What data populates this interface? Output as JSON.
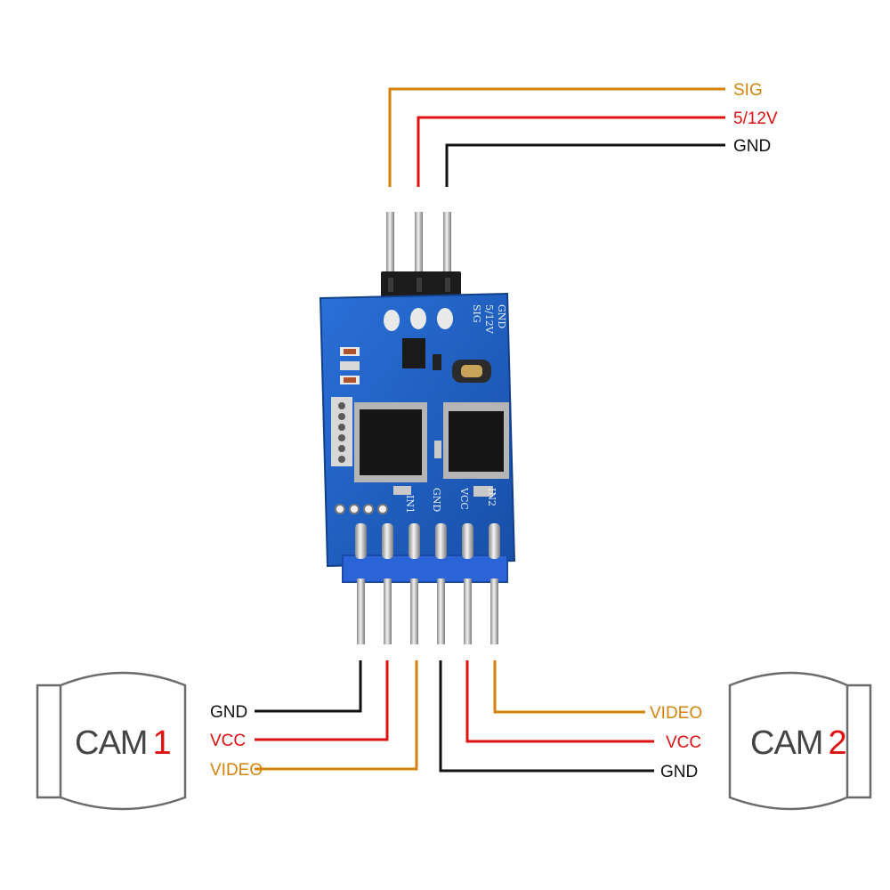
{
  "colors": {
    "sig": "#d4820a",
    "power": "#e01010",
    "ground": "#111111",
    "pcb": "#1d5fc4",
    "connector": "#2a64d6"
  },
  "top_connector": {
    "sig": "SIG",
    "power": "5/12V",
    "gnd": "GND"
  },
  "board_silk": {
    "top_gnd": "GND",
    "top_power": "5/12V",
    "top_sig": "SIG",
    "in1": "IN1",
    "gnd": "GND",
    "vcc": "VCC",
    "in2": "IN2"
  },
  "cam1": {
    "name": "CAM",
    "number": "1",
    "gnd": "GND",
    "vcc": "VCC",
    "video": "VIDEO"
  },
  "cam2": {
    "name": "CAM",
    "number": "2",
    "video": "VIDEO",
    "vcc": "VCC",
    "gnd": "GND"
  }
}
